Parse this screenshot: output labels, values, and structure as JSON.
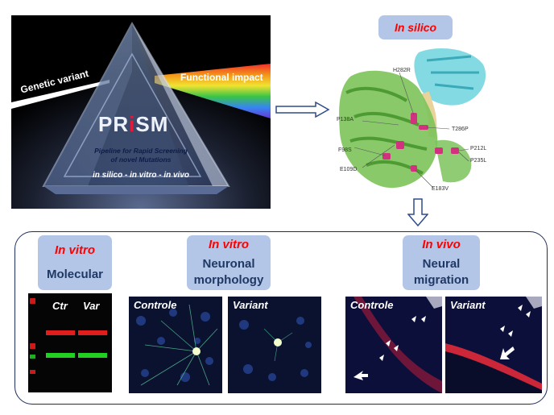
{
  "prism": {
    "left_label": "Genetic variant",
    "right_label": "Functional impact",
    "title_pre": "PR",
    "title_i": "i",
    "title_post": "SM",
    "subtitle_line1": "Pipeline for Rapid Screening",
    "subtitle_line2": "of novel Mutations",
    "tagline": "in silico - in vitro - in vivo"
  },
  "in_silico": {
    "label": "In silico",
    "mutations": [
      "H282R",
      "P138A",
      "T286P",
      "F98S",
      "P212L",
      "P235L",
      "E109D",
      "E183V"
    ]
  },
  "panels": {
    "molecular": {
      "title": "In vitro",
      "subtitle": "Molecular"
    },
    "neuronal": {
      "title": "In vitro",
      "subtitle_line1": "Neuronal",
      "subtitle_line2": "morphology"
    },
    "migration": {
      "title": "In vivo",
      "subtitle_line1": "Neural",
      "subtitle_line2": "migration"
    }
  },
  "images": {
    "western_blot": {
      "lane1": "Ctr",
      "lane2": "Var"
    },
    "neuron_control": "Controle",
    "neuron_variant": "Variant",
    "migration_control": "Controle",
    "migration_variant": "Variant"
  },
  "colors": {
    "pill_bg": "#b4c6e7",
    "accent_red": "#ff0000",
    "navy": "#1f3864"
  }
}
